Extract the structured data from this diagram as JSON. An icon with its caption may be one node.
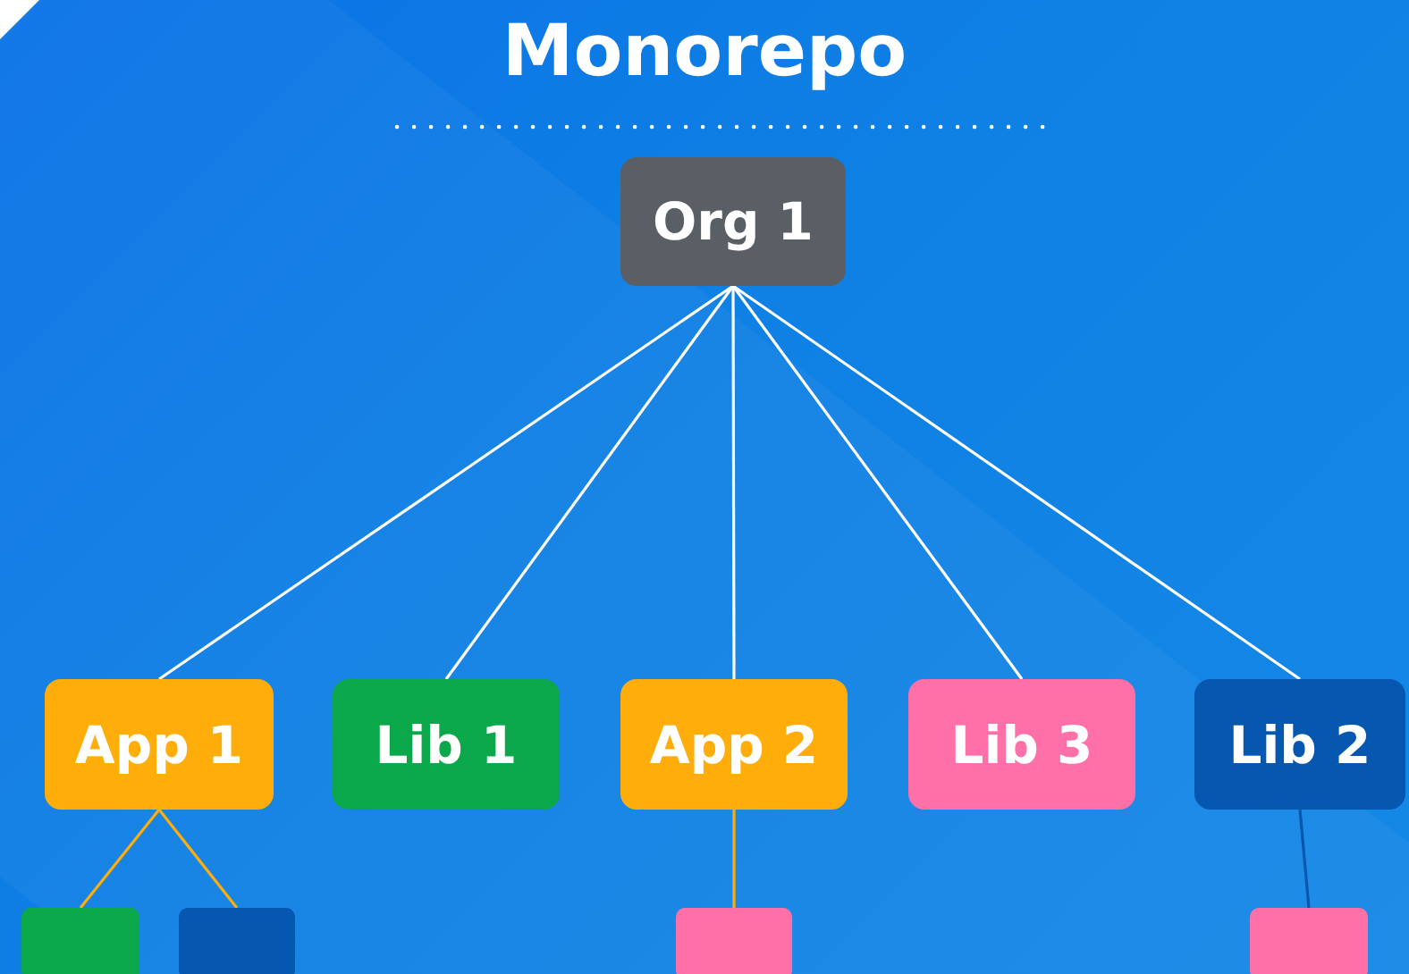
{
  "diagram": {
    "title": "Monorepo",
    "nodes": [
      {
        "text": [
          "Org 1"
        ]
      },
      {
        "text": [
          "App 1"
        ]
      },
      {
        "text": [
          "Lib 1"
        ]
      },
      {
        "text": [
          "App 2"
        ]
      },
      {
        "text": [
          "Lib 3"
        ]
      },
      {
        "text": [
          "Lib 2"
        ]
      },
      {
        "text": [],
        "shape": "box"
      },
      {
        "text": [],
        "shape": "box"
      },
      {
        "text": [],
        "shape": "box"
      },
      {
        "text": [],
        "shape": "box"
      }
    ],
    "edges": [
      {
        "from": 0,
        "to": 1,
        "arrow": "none"
      },
      {
        "from": 0,
        "to": 2,
        "arrow": "none"
      },
      {
        "from": 0,
        "to": 3,
        "arrow": "none"
      },
      {
        "from": 0,
        "to": 4,
        "arrow": "none"
      },
      {
        "from": 0,
        "to": 5,
        "arrow": "none"
      },
      {
        "from": 1,
        "to": 6,
        "arrow": "none",
        "color": "#ffad0a"
      },
      {
        "from": 1,
        "to": 7,
        "arrow": "none",
        "color": "#ffad0a"
      },
      {
        "from": 3,
        "to": 8,
        "arrow": "none",
        "color": "#ffad0a"
      },
      {
        "from": 5,
        "to": 9,
        "arrow": "none",
        "color": "#0557b0"
      }
    ]
  }
}
